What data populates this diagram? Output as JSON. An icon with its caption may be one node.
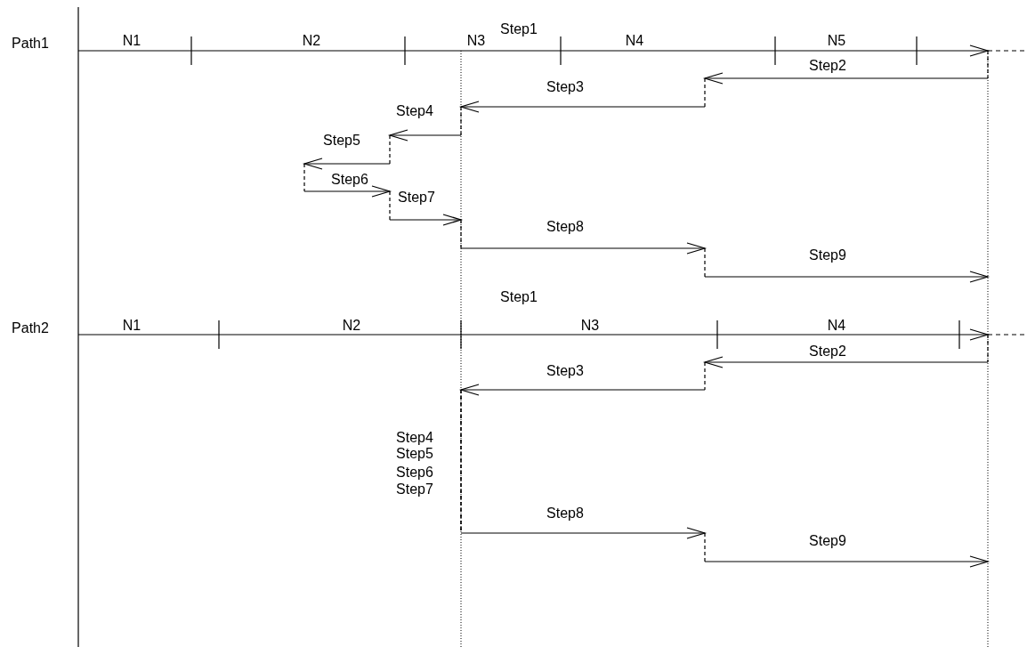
{
  "diagram": {
    "labels": [
      "Path1",
      "N1",
      "N2",
      "N3",
      "Step1",
      "N4",
      "N5",
      "Step2",
      "Step3",
      "Step4",
      "Step5",
      "Step6",
      "Step7",
      "Step8",
      "Step9",
      "Step1",
      "Path2",
      "N1",
      "N2",
      "N3",
      "N4",
      "Step2",
      "Step3",
      "Step4",
      "Step5",
      "Step6",
      "Step7",
      "Step8",
      "Step9"
    ]
  }
}
